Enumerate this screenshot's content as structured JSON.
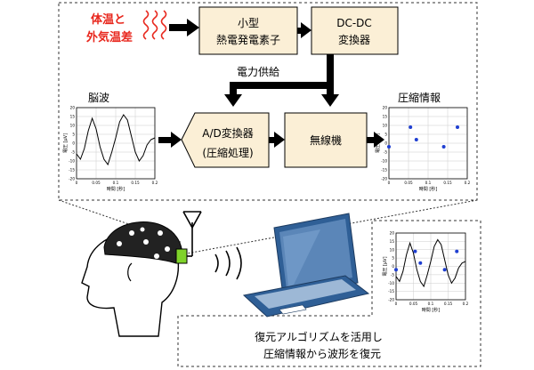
{
  "heat_source": {
    "line1": "体温と",
    "line2": "外気温差"
  },
  "blocks": {
    "teg": {
      "line1": "小型",
      "line2": "熱電発電素子"
    },
    "dcdc": {
      "line1": "DC-DC",
      "line2": "変換器"
    },
    "adc": {
      "line1": "A/D変換器",
      "line2": "(圧縮処理)"
    },
    "radio": {
      "label": "無線機"
    }
  },
  "power_label": "電力供給",
  "eeg_title": "脳波",
  "compressed_title": "圧縮情報",
  "caption": {
    "line1": "復元アルゴリズムを活用し",
    "line2": "圧縮情報から波形を復元"
  },
  "axes": {
    "ylabel": "電圧 [μV]",
    "xlabel": "時間 [秒]",
    "xticks": [
      "0",
      "0.05",
      "0.1",
      "0.15",
      "0.2"
    ],
    "yticks": [
      "20",
      "15",
      "10",
      "5",
      "0",
      "-5",
      "-10",
      "-15",
      "-20"
    ]
  },
  "colors": {
    "block_fill": "#fbefd6",
    "heat_red": "#e8261c",
    "sample_blue": "#1f3fd1",
    "sensor_green": "#7fd32a",
    "laptop_blue": "#2f5f96",
    "screen_blue": "#5b86b8"
  },
  "chart_data": [
    {
      "id": "eeg",
      "type": "line",
      "xlim": [
        0,
        0.2
      ],
      "ylim": [
        -20,
        20
      ],
      "x": [
        0,
        0.01,
        0.02,
        0.03,
        0.04,
        0.05,
        0.06,
        0.07,
        0.08,
        0.09,
        0.1,
        0.11,
        0.12,
        0.13,
        0.14,
        0.15,
        0.16,
        0.17,
        0.18,
        0.19,
        0.2
      ],
      "y": [
        -6,
        -9,
        -3,
        7,
        14,
        8,
        -2,
        -9,
        -12,
        -5,
        3,
        12,
        16,
        13,
        4,
        -5,
        -10,
        -7,
        -1,
        2,
        3
      ]
    },
    {
      "id": "compressed",
      "type": "scatter",
      "xlim": [
        0,
        0.2
      ],
      "ylim": [
        -20,
        20
      ],
      "x": [
        0,
        0.055,
        0.07,
        0.14,
        0.175
      ],
      "y": [
        -2,
        9,
        2,
        -2,
        9
      ]
    },
    {
      "id": "reconstructed",
      "type": "line",
      "xlim": [
        0,
        0.2
      ],
      "ylim": [
        -20,
        20
      ],
      "x": [
        0,
        0.01,
        0.02,
        0.03,
        0.04,
        0.05,
        0.06,
        0.07,
        0.08,
        0.09,
        0.1,
        0.11,
        0.12,
        0.13,
        0.14,
        0.15,
        0.16,
        0.17,
        0.18,
        0.19,
        0.2
      ],
      "y": [
        -6,
        -9,
        -3,
        7,
        14,
        8,
        -2,
        -9,
        -12,
        -5,
        3,
        12,
        16,
        13,
        4,
        -5,
        -10,
        -7,
        -1,
        2,
        3
      ],
      "samples": {
        "x": [
          0,
          0.055,
          0.07,
          0.14,
          0.175
        ],
        "y": [
          -2,
          9,
          2,
          -2,
          9
        ]
      }
    }
  ]
}
